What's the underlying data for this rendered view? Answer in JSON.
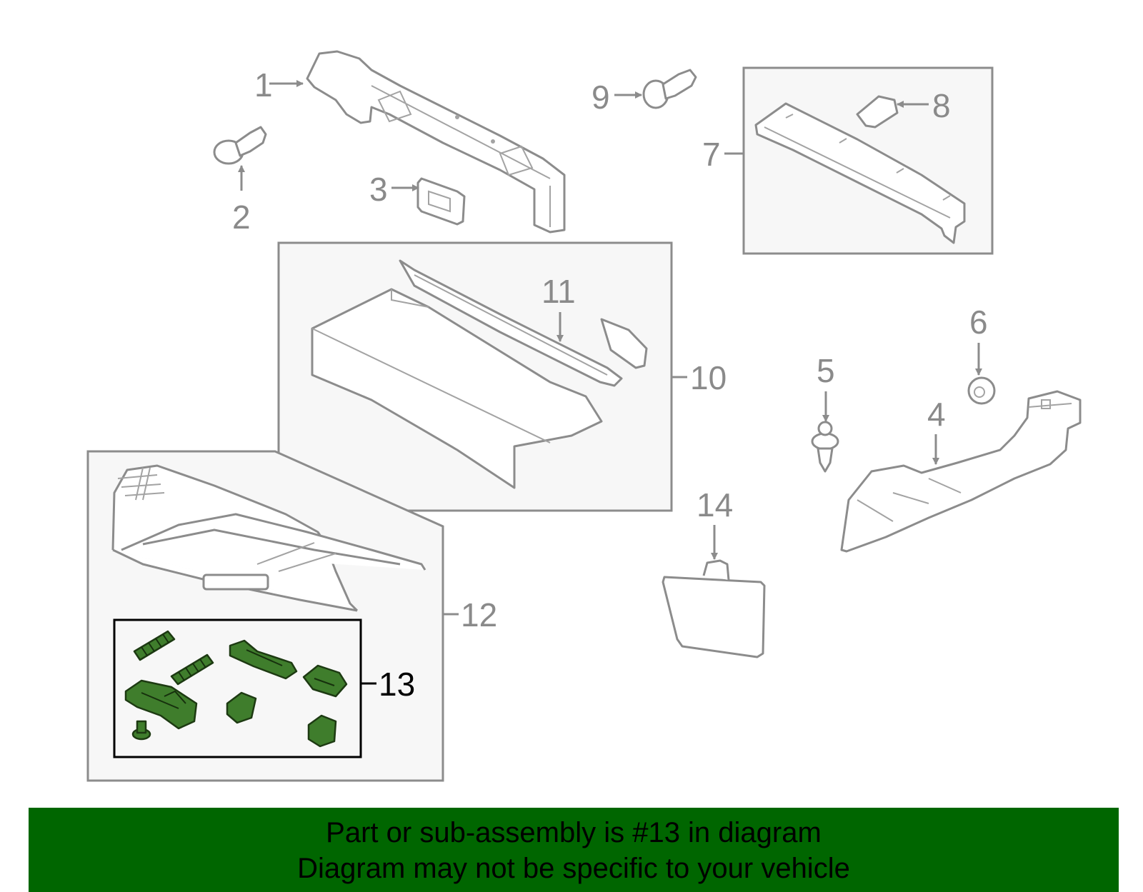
{
  "callouts": {
    "c1": "1",
    "c2": "2",
    "c3": "3",
    "c4": "4",
    "c5": "5",
    "c6": "6",
    "c7": "7",
    "c8": "8",
    "c9": "9",
    "c10": "10",
    "c11": "11",
    "c12": "12",
    "c13": "13",
    "c14": "14"
  },
  "banner": {
    "line1": "Part or sub-assembly is #13 in diagram",
    "line2": "Diagram may not be specific to your vehicle"
  },
  "colors": {
    "highlight_fill": "#3f7d2c",
    "banner_background": "#006600",
    "outline": "#8c8c8c"
  }
}
